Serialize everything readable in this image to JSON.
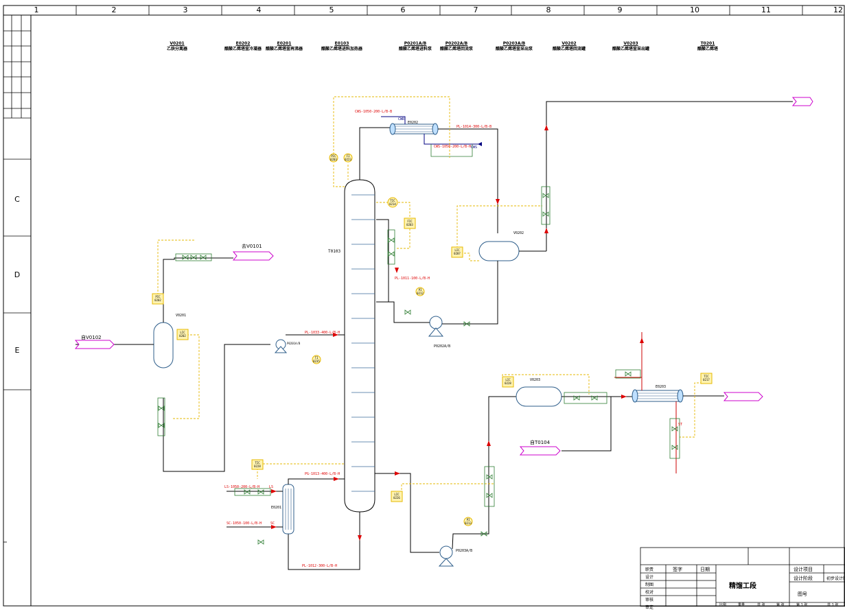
{
  "grid_columns": [
    "1",
    "2",
    "3",
    "4",
    "5",
    "6",
    "7",
    "8",
    "9",
    "10",
    "11",
    "12"
  ],
  "grid_rows": [
    "C",
    "D",
    "E"
  ],
  "equipment_header": [
    {
      "code": "V0201",
      "name": "乙炔分离器"
    },
    {
      "code": "E0202",
      "name": "醋酸乙烯塔釜冷凝器"
    },
    {
      "code": "E0201",
      "name": "醋酸乙烯塔釜再沸器"
    },
    {
      "code": "E0103",
      "name": "醋酸乙烯塔进料加热器"
    },
    {
      "code": "P0201A/B",
      "name": "醋酸乙烯塔进料泵"
    },
    {
      "code": "P0202A/B",
      "name": "醋酸乙烯塔回流泵"
    },
    {
      "code": "P0203A/B",
      "name": "醋酸乙烯塔釜采出泵"
    },
    {
      "code": "V0202",
      "name": "醋酸乙烯塔回流罐"
    },
    {
      "code": "V0203",
      "name": "醋酸乙烯塔釜采出罐"
    },
    {
      "code": "T0201",
      "name": "醋酸乙烯塔"
    }
  ],
  "streams": {
    "to_v0101": "去V0101",
    "from_v0102": "自V0102",
    "from_t0104": "自T0104"
  },
  "equipment_tags": {
    "column": "T0103",
    "condenser": "E0202",
    "reflux_drum": "V0202",
    "separator": "V0201",
    "reboiler": "E0201",
    "bottom_drum": "V0203",
    "cooler": "E0203",
    "reflux_pump": "P0202A/B",
    "bottom_pump": "P0203A/B",
    "feed_pump": "P0201A/B"
  },
  "pipe_labels": {
    "cws_top": "CWS-1050-200-L/B-B",
    "cwr": "CWR",
    "pl_top": "PL-1014-300-L/B-B",
    "cws_sub": "CWS-1050-200-L/B-H",
    "cws_arrow": "CWS",
    "pl_reflux": "PL-1011-100-L/B-H",
    "pl_feed": "PL-1033-400-L/B-H",
    "pg_bottom": "PG-1013-400-L/B-H",
    "ls_line": "LS-1050-200-L/B-H",
    "ls": "LS",
    "sc_line": "SC-1050-100-L/B-H",
    "sc": "SC",
    "pl_bottom": "PL-1012-300-L/B-H",
    "st": "ST"
  },
  "instruments": [
    {
      "tag": "PIC",
      "num": "0203"
    },
    {
      "tag": "FI",
      "num": "0223"
    },
    {
      "tag": "TIC",
      "num": "0214"
    },
    {
      "tag": "FIC",
      "num": "0203"
    },
    {
      "tag": "LIC",
      "num": "0207"
    },
    {
      "tag": "PI",
      "num": "0212"
    },
    {
      "tag": "PIC",
      "num": "0202"
    },
    {
      "tag": "LIC",
      "num": "0202"
    },
    {
      "tag": "TI",
      "num": "0235"
    },
    {
      "tag": "TIC",
      "num": "0228"
    },
    {
      "tag": "LIC",
      "num": "0226"
    },
    {
      "tag": "PI",
      "num": "0213"
    },
    {
      "tag": "LIC",
      "num": "0228"
    },
    {
      "tag": "TIC",
      "num": "0217"
    }
  ],
  "title_block": {
    "stage": "精馏工段",
    "rows": [
      "职责",
      "设计",
      "制图",
      "校对",
      "审核",
      "审定"
    ],
    "col2": "签字",
    "col3": "日期",
    "project": "设计项目",
    "phase": "设计阶段",
    "phase_value": "初步设计阶段",
    "drawing_no": "图号",
    "bottom_cells": [
      "比例",
      "重量",
      "共 张",
      "第 张",
      "第 1 张",
      "共 1 张"
    ]
  },
  "colors": {
    "pipe": "#000000",
    "signal": "#e6b800",
    "stream": "#cc00cc",
    "valve": "#2e7d32",
    "instrument_fill": "#fff3b0",
    "label_red": "#dd0000",
    "utility_blue": "#000080"
  }
}
